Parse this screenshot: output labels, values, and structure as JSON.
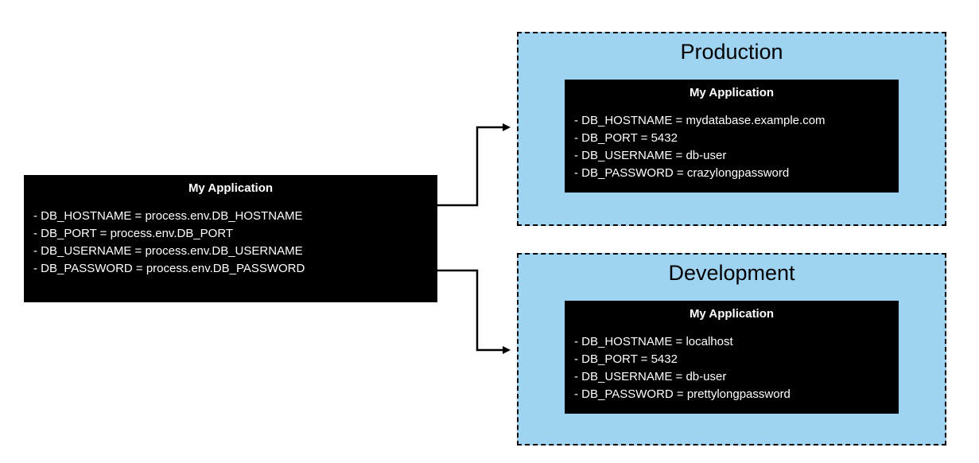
{
  "diagram": {
    "app_box": {
      "title": "My Application",
      "lines": [
        "- DB_HOSTNAME = process.env.DB_HOSTNAME",
        "- DB_PORT = process.env.DB_PORT",
        "- DB_USERNAME = process.env.DB_USERNAME",
        "- DB_PASSWORD = process.env.DB_PASSWORD"
      ]
    },
    "environments": [
      {
        "name": "Production",
        "app": {
          "title": "My Application",
          "lines": [
            "- DB_HOSTNAME = mydatabase.example.com",
            "- DB_PORT = 5432",
            "- DB_USERNAME = db-user",
            "- DB_PASSWORD = crazylongpassword"
          ]
        }
      },
      {
        "name": "Development",
        "app": {
          "title": "My Application",
          "lines": [
            "- DB_HOSTNAME = localhost",
            "- DB_PORT = 5432",
            "- DB_USERNAME = db-user",
            "- DB_PASSWORD = prettylongpassword"
          ]
        }
      }
    ],
    "colors": {
      "environment_background": "#9fd3f2",
      "application_background": "#000000",
      "application_text": "#ffffff",
      "border_and_arrows": "#000000"
    }
  }
}
